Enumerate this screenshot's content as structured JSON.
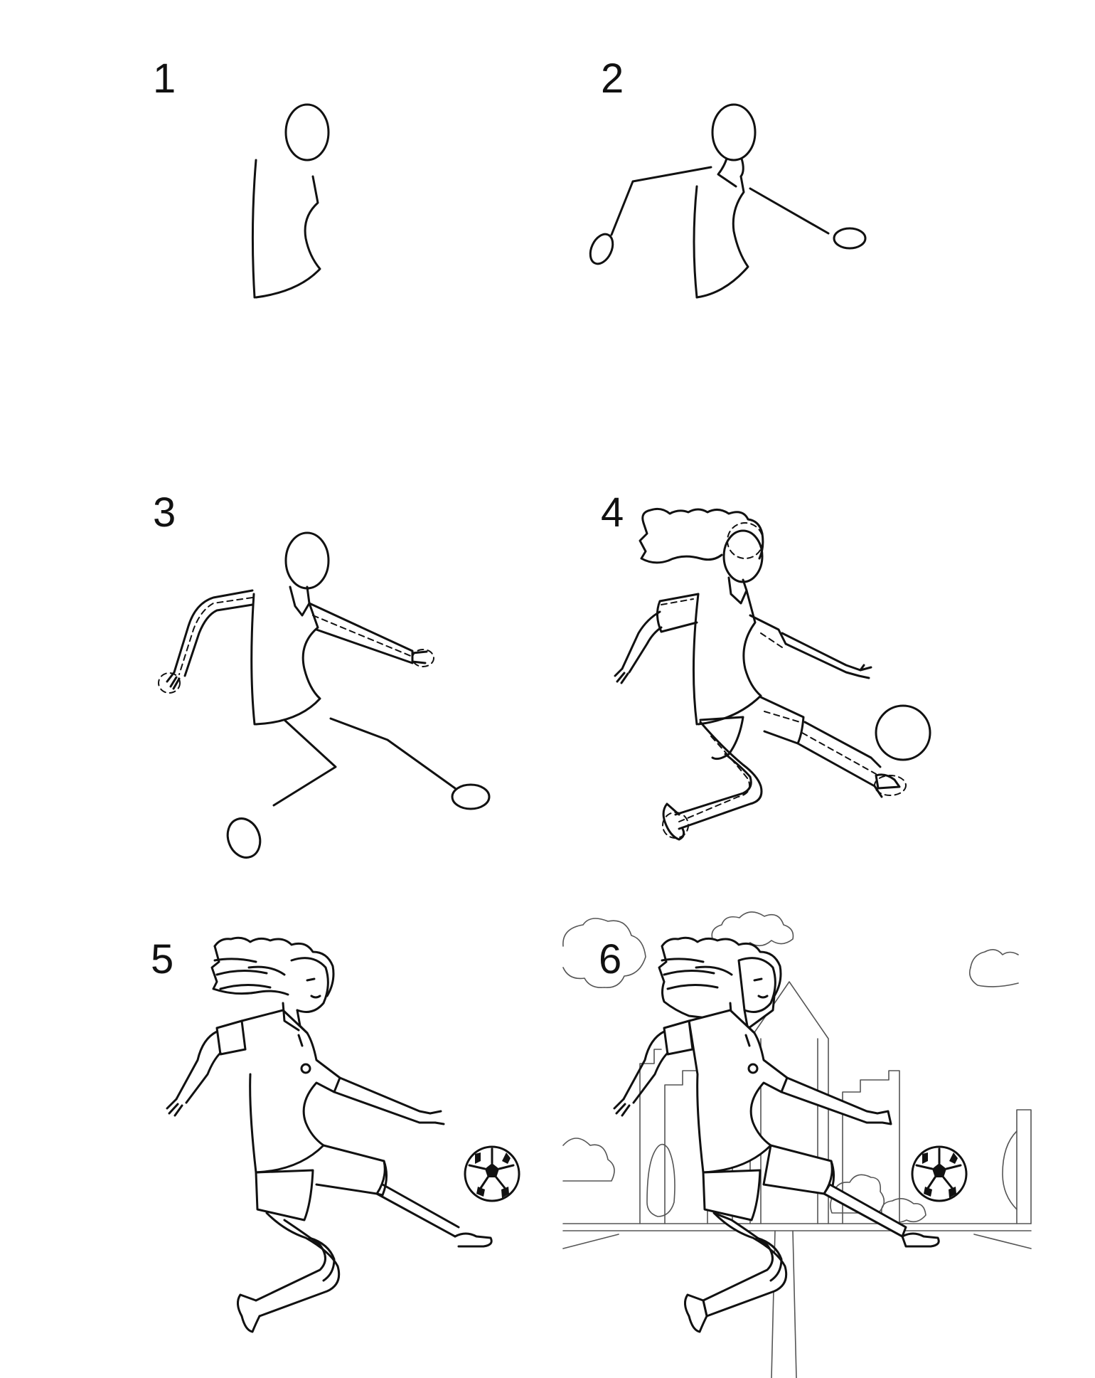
{
  "steps": [
    {
      "number": "1"
    },
    {
      "number": "2"
    },
    {
      "number": "3"
    },
    {
      "number": "4"
    },
    {
      "number": "5"
    },
    {
      "number": "6"
    }
  ]
}
